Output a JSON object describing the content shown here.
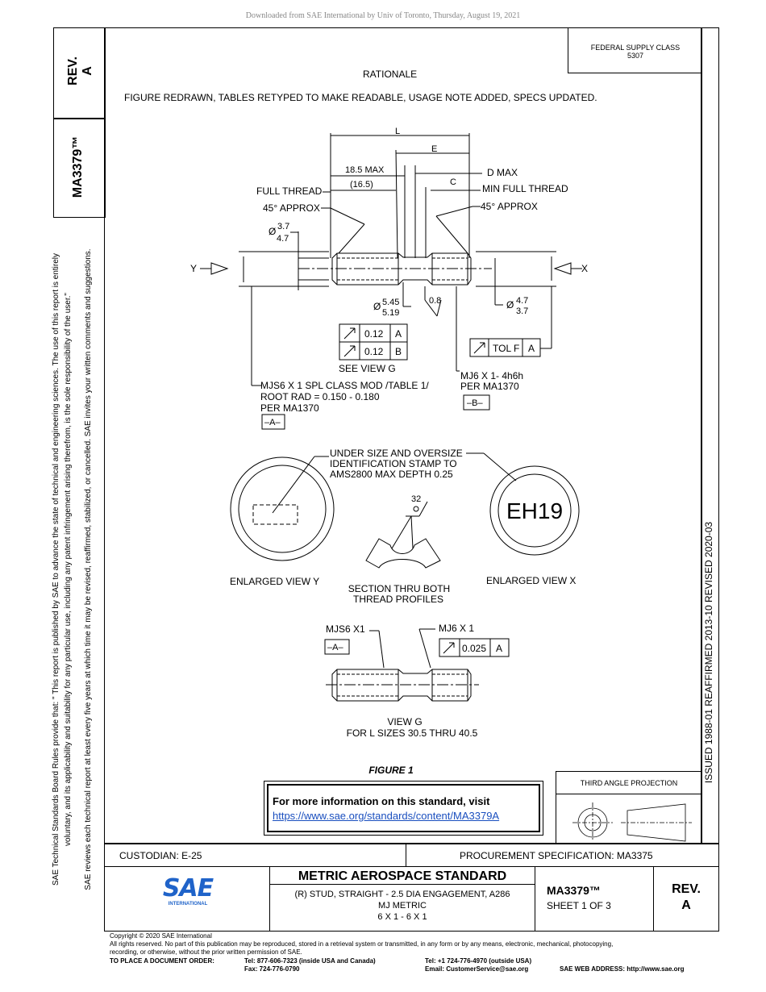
{
  "download_note": "Downloaded from SAE International by Univ of Toronto, Thursday, August 19, 2021",
  "side": {
    "rev_label": "REV.",
    "rev_value": "A",
    "doc_number": "MA3379™",
    "disclaimer_1": "SAE Technical Standards Board Rules provide that: \"  This report is published by SAE to advance the state of technical and engineering sciences. The use of this report is entirely",
    "disclaimer_2": "voluntary, and its applicability and suitability for any particular use, including any patent infringement arising therefrom, is the sole responsibility of the user.\"",
    "disclaimer_3": "SAE reviews each technical report at least every five years at which time it may be revised, reaffirmed, stabilized, or cancelled. SAE invites your written comments and suggestions.",
    "history": "ISSUED 1988-01    REAFFIRMED 2013-10    REVISED 2020-03"
  },
  "fsc": {
    "line1": "FEDERAL SUPPLY CLASS",
    "line2": "5307"
  },
  "rationale": {
    "title": "RATIONALE",
    "text": "FIGURE REDRAWN, TABLES RETYPED TO MAKE READABLE, USAGE NOTE ADDED, SPECS UPDATED."
  },
  "drawing": {
    "L": "L",
    "E": "E",
    "C": "C",
    "max185": "18.5 MAX",
    "ref165": "(16.5)",
    "full_thread": "FULL THREAD",
    "approx45_left": "45° APPROX",
    "dmax": "D MAX",
    "min_full_thread": "MIN FULL THREAD",
    "approx45_right": "45° APPROX",
    "dia_left_top": "3.7",
    "dia_left_bot": "4.7",
    "y_label": "Y",
    "x_label": "X",
    "dia_mid_top": "5.45",
    "dia_mid_bot": "5.19",
    "neck": "0.8",
    "dia_right_top": "4.7",
    "dia_right_bot": "3.7",
    "fcf1_val": "0.12",
    "fcf1_ref": "A",
    "fcf2_val": "0.12",
    "fcf2_ref": "B",
    "see_view": "SEE VIEW G",
    "fcf3_val": "TOL F",
    "fcf3_ref": "A",
    "thread_left_1": "MJS6 X 1 SPL CLASS MOD /TABLE 1/",
    "thread_left_2": "ROOT RAD = 0.150 - 0.180",
    "thread_left_3": "PER MA1370",
    "datum_a": "–A–",
    "thread_right_1": "MJ6 X 1- 4h6h",
    "thread_right_2": "PER MA1370",
    "datum_b": "–B–",
    "stamp_1": "UNDER SIZE AND OVERSIZE",
    "stamp_2": "IDENTIFICATION STAMP TO",
    "stamp_3": "AMS2800 MAX DEPTH 0.25",
    "finish": "32",
    "eh19": "EH19",
    "enl_y": "ENLARGED VIEW Y",
    "enl_x": "ENLARGED VIEW X",
    "section_1": "SECTION THRU BOTH",
    "section_2": "THREAD PROFILES",
    "g_left": "MJS6 X1",
    "g_datum": "–A–",
    "g_right": "MJ6 X 1",
    "g_fcf_val": "0.025",
    "g_fcf_ref": "A",
    "view_g_1": "VIEW G",
    "view_g_2": "FOR L SIZES 30.5 THRU 40.5",
    "figure": "FIGURE 1"
  },
  "info_box": {
    "heading": "For more information on this standard, visit",
    "url": "https://www.sae.org/standards/content/MA3379A"
  },
  "projection_label": "THIRD ANGLE PROJECTION",
  "title_block": {
    "custodian": "CUSTODIAN: E-25",
    "procurement": "PROCUREMENT SPECIFICATION: MA3375",
    "standard": "METRIC AEROSPACE STANDARD",
    "desc_1": "(R) STUD, STRAIGHT - 2.5 DIA ENGAGEMENT, A286",
    "desc_2": "MJ METRIC",
    "desc_3": "6 X 1 - 6 X 1",
    "doc": "MA3379™",
    "sheet": "SHEET 1 OF 3",
    "rev_label": "REV.",
    "rev_value": "A",
    "logo": "SAE",
    "logo_sub": "INTERNATIONAL"
  },
  "footer": {
    "copyright": "Copyright © 2020 SAE International",
    "rights_1": "All rights reserved. No part of this publication may be reproduced, stored in a retrieval system or transmitted, in any form or by any means, electronic, mechanical, photocopying,",
    "rights_2": "recording, or otherwise, without the prior written permission of SAE.",
    "order_label": "TO PLACE A DOCUMENT ORDER:",
    "tel_us": "Tel: 877-606-7323 (inside USA and Canada)",
    "fax": "Fax: 724-776-0790",
    "tel_intl": "Tel: +1 724-776-4970 (outside USA)",
    "email": "Email: CustomerService@sae.org",
    "web": "SAE WEB ADDRESS: http://www.sae.org"
  },
  "colors": {
    "link": "#1a4fbf",
    "logo_blue": "#1f63c9",
    "header_gray": "#888888"
  }
}
